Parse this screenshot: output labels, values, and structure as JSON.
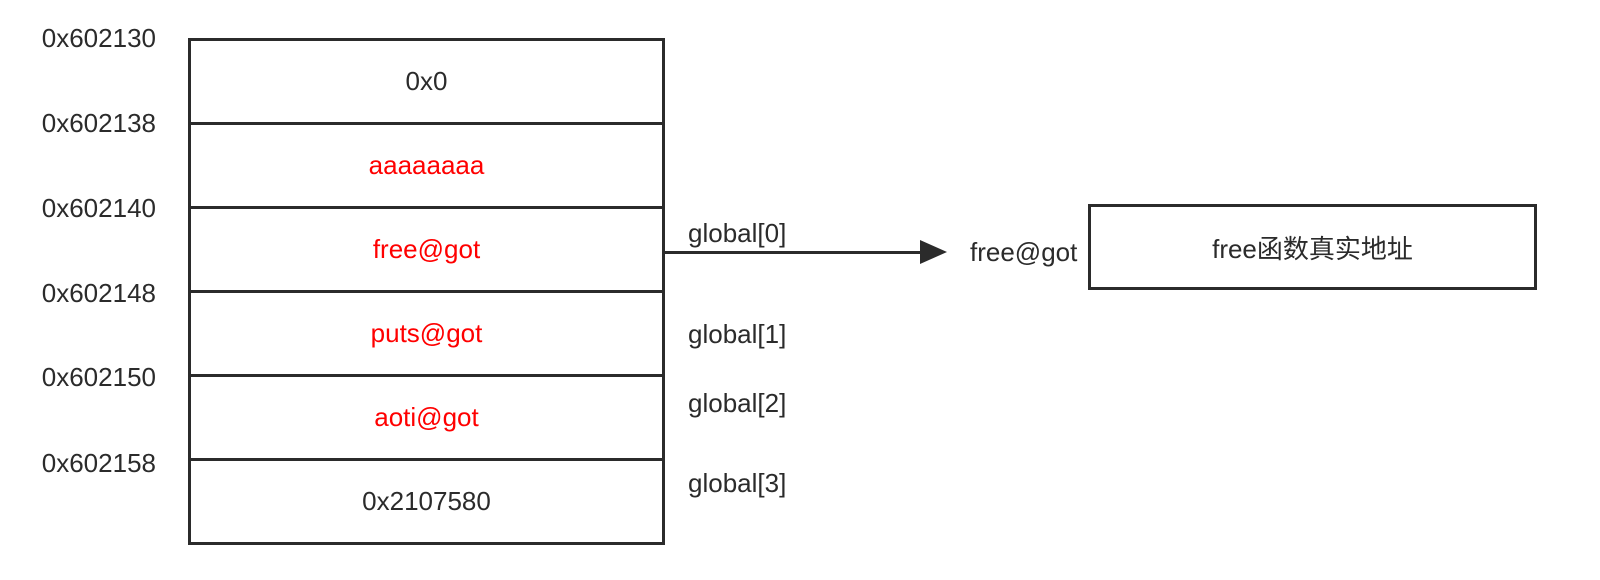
{
  "diagram": {
    "title_hint": "GOT memory layout with global[] indices pointing into got table",
    "colors": {
      "background": "#ffffff",
      "stroke": "#2b2b2b",
      "text": "#2b2b2b",
      "highlight": "#ff0000"
    },
    "memory_table": {
      "rows": [
        {
          "address": "0x602130",
          "value": "0x0",
          "highlighted": false
        },
        {
          "address": "0x602138",
          "value": "aaaaaaaa",
          "highlighted": true
        },
        {
          "address": "0x602140",
          "value": "free@got",
          "highlighted": true
        },
        {
          "address": "0x602148",
          "value": "puts@got",
          "highlighted": true
        },
        {
          "address": "0x602150",
          "value": "aoti@got",
          "highlighted": true
        },
        {
          "address": "0x602158",
          "value": "0x2107580",
          "highlighted": false
        }
      ]
    },
    "index_labels": [
      "global[0]",
      "global[1]",
      "global[2]",
      "global[3]"
    ],
    "pointer": {
      "source_label": "global[0]",
      "target_label": "free@got",
      "target_box_text": "free函数真实地址"
    }
  }
}
